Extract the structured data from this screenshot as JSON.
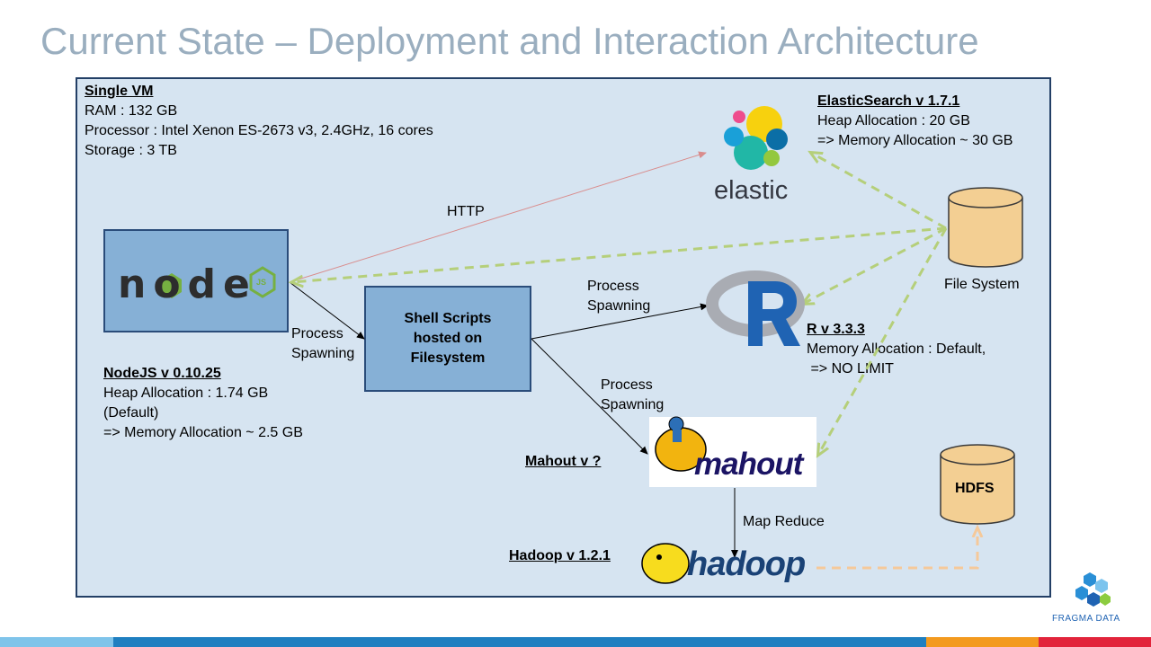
{
  "title": "Current State – Deployment and Interaction Architecture",
  "vm": {
    "heading": "Single VM",
    "lines": [
      "RAM : 132 GB",
      "Processor : Intel Xenon ES-2673 v3, 2.4GHz, 16 cores",
      "Storage : 3 TB"
    ]
  },
  "elastic": {
    "heading": "ElasticSearch v 1.7.1",
    "lines": [
      "Heap Allocation : 20 GB",
      "=> Memory Allocation ~ 30 GB"
    ],
    "logo_text": "elastic"
  },
  "nodejs": {
    "heading": "NodeJS v 0.10.25",
    "lines": [
      "Heap Allocation : 1.74 GB",
      "(Default)",
      "=> Memory Allocation ~ 2.5 GB"
    ],
    "logo_text": "node",
    "badge_text": "JS"
  },
  "shell": {
    "label": "Shell Scripts\nhosted on\nFilesystem"
  },
  "r": {
    "heading": "R v 3.3.3",
    "lines": [
      "Memory Allocation : Default,",
      " => NO LIMIT"
    ],
    "logo_text": "R"
  },
  "filesystem": {
    "label": "File System"
  },
  "hdfs": {
    "label": "HDFS"
  },
  "mahout": {
    "heading": "Mahout v ?",
    "logo_text": "mahout"
  },
  "hadoop": {
    "heading": "Hadoop v 1.2.1",
    "logo_text": "hadoop"
  },
  "edges": {
    "http": "HTTP",
    "node_shell": [
      "Process",
      "Spawning"
    ],
    "shell_r": [
      "Process",
      "Spawning"
    ],
    "shell_mahout": [
      "Process",
      "Spawning"
    ],
    "map_reduce": "Map Reduce"
  },
  "brand": {
    "text": "FRAGMA DATA"
  },
  "colors": {
    "title": "#9aaebf",
    "box_fill": "#d6e4f1",
    "box_border": "#233f66",
    "node_fill": "#86b0d6",
    "dashed_green": "#b5cf7a",
    "dashed_orange": "#f5c99a",
    "http_line": "#d98c8c",
    "cylinder": "#f3cf93"
  }
}
